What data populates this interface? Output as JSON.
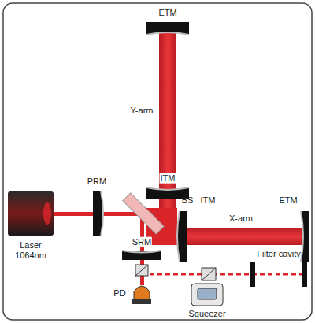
{
  "diagram": {
    "labels": [
      "ETM",
      "Y-arm",
      "ITM",
      "PRM",
      "BS",
      "ITM",
      "X-arm",
      "ETM",
      "Laser 1064nm",
      "SRM",
      "PD",
      "Filter cavity",
      "Squeezer"
    ]
  }
}
